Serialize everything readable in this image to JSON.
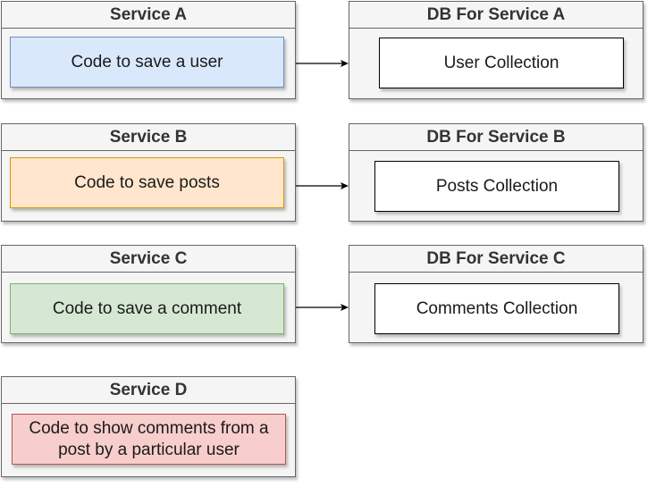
{
  "colors": {
    "service_a_fill": "#dae8fc",
    "service_a_stroke": "#6c8ebf",
    "service_b_fill": "#ffe6cc",
    "service_b_stroke": "#d79b00",
    "service_c_fill": "#d5e8d4",
    "service_c_stroke": "#82b366",
    "service_d_fill": "#f8cecc",
    "service_d_stroke": "#b85450",
    "collection_fill": "#ffffff",
    "collection_stroke": "#000000",
    "group_fill": "#f5f5f5",
    "group_stroke": "#666666",
    "arrow": "#000000"
  },
  "services": [
    {
      "title": "Service A",
      "code": "Code to save a user"
    },
    {
      "title": "Service B",
      "code": "Code to save posts"
    },
    {
      "title": "Service C",
      "code": "Code to save a comment"
    },
    {
      "title": "Service D",
      "code_line1": "Code to show comments from a",
      "code_line2": "post by a particular user"
    }
  ],
  "databases": [
    {
      "title": "DB For Service A",
      "collection": "User Collection"
    },
    {
      "title": "DB For Service B",
      "collection": "Posts Collection"
    },
    {
      "title": "DB For Service C",
      "collection": "Comments Collection"
    }
  ],
  "edges": [
    {
      "from": "Service A",
      "to": "DB For Service A"
    },
    {
      "from": "Service B",
      "to": "DB For Service B"
    },
    {
      "from": "Service C",
      "to": "DB For Service C"
    }
  ]
}
